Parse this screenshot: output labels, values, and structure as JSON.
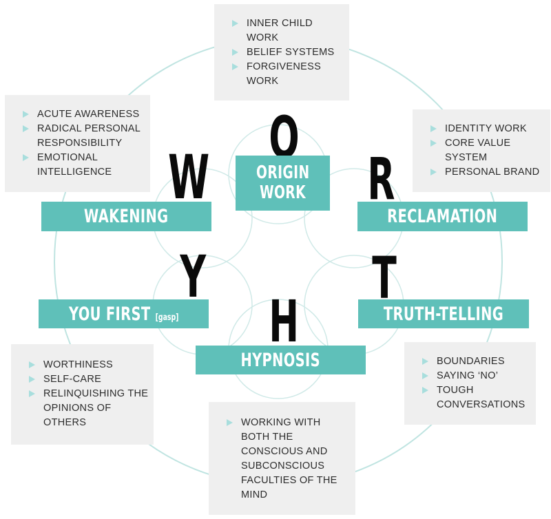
{
  "colors": {
    "teal": "#5fc0b9",
    "circle_stroke": "#bfe4e1",
    "bullet": "#a8dedd",
    "box_bg": "#efefef",
    "letter": "#0a0a0a"
  },
  "letters": [
    "W",
    "O",
    "R",
    "T",
    "H",
    "Y"
  ],
  "banners": {
    "origin_line1": "ORIGIN",
    "origin_line2": "WORK",
    "wakening": "WAKENING",
    "reclamation": "RECLAMATION",
    "you_first": "YOU FIRST",
    "you_first_note": "[gasp]",
    "truth_telling": "TRUTH-TELLING",
    "hypnosis": "HYPNOSIS"
  },
  "boxes": {
    "origin": [
      "INNER CHILD WORK",
      "BELIEF SYSTEMS",
      "FORGIVENESS WORK"
    ],
    "wakening": [
      "ACUTE AWARENESS",
      "RADICAL PERSONAL RESPONSIBILITY",
      "EMOTIONAL INTELLIGENCE"
    ],
    "reclamation": [
      "IDENTITY WORK",
      "CORE VALUE SYSTEM",
      "PERSONAL BRAND"
    ],
    "you_first": [
      "WORTHINESS",
      "SELF-CARE",
      "RELINQUISHING THE OPINIONS OF OTHERS"
    ],
    "truth_telling": [
      "BOUNDARIES",
      "SAYING ‘NO’",
      "TOUGH CONVERSATIONS"
    ],
    "hypnosis": [
      "WORKING WITH BOTH THE CONSCIOUS AND SUBCONSCIOUS FACULTIES OF THE MIND"
    ]
  }
}
